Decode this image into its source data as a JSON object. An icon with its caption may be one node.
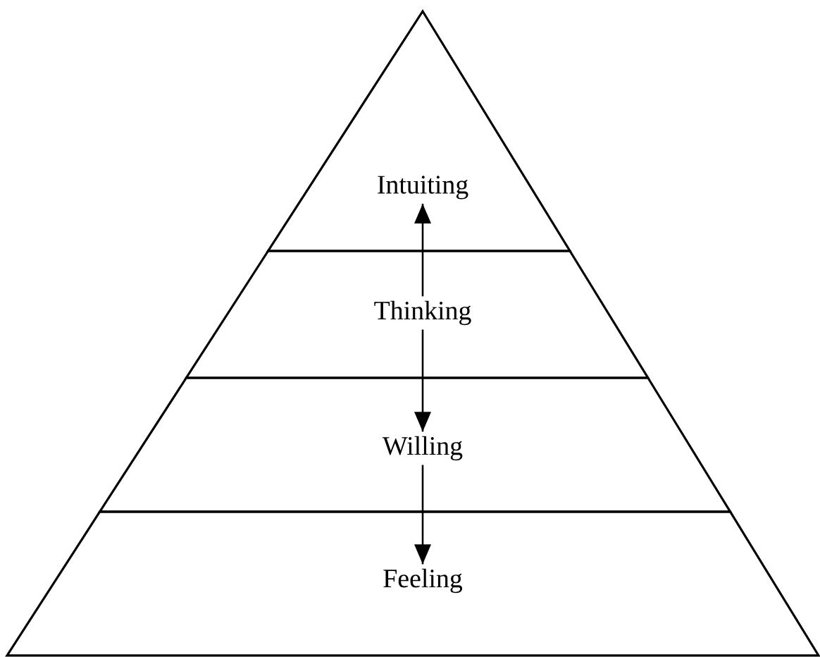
{
  "diagram": {
    "nodes": [
      {
        "text": [
          "Intuiting"
        ]
      },
      {
        "text": [
          "Thinking"
        ]
      },
      {
        "text": [
          "Willing"
        ]
      },
      {
        "text": [
          "Feeling"
        ]
      }
    ],
    "edges": [
      {
        "from": 1,
        "to": 0,
        "arrow": "to"
      },
      {
        "from": 1,
        "to": 2,
        "arrow": "to"
      },
      {
        "from": 2,
        "to": 3,
        "arrow": "to"
      }
    ]
  }
}
